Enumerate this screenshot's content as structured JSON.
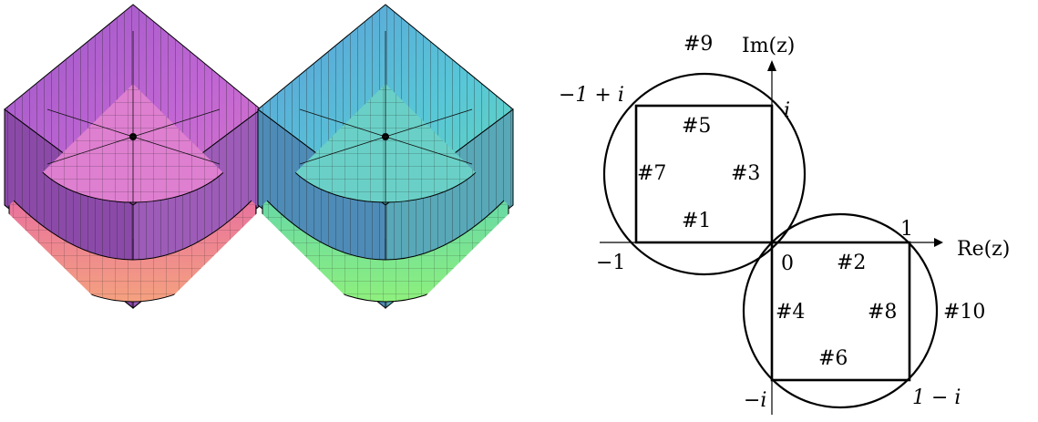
{
  "diagram": {
    "axes": {
      "re_label": "Re(z)",
      "im_label": "Im(z)"
    },
    "points": {
      "one": "1",
      "minus_one": "−1",
      "zero": "0",
      "i": "i",
      "minus_i": "−i",
      "minus_one_plus_i": "−1 + i",
      "one_minus_i": "1 − i"
    },
    "regions": {
      "r1": "#1",
      "r2": "#2",
      "r3": "#3",
      "r4": "#4",
      "r5": "#5",
      "r6": "#6",
      "r7": "#7",
      "r8": "#8",
      "r9": "#9",
      "r10": "#10"
    }
  },
  "surface_plot": {
    "colors": {
      "left_top": "#9e59c8",
      "left_mid": "#d976c7",
      "left_bottom": "#f39a84",
      "right_top": "#5b9dd8",
      "right_mid": "#64d5b9",
      "right_bottom": "#8ef07d",
      "wire": "#111111"
    }
  }
}
